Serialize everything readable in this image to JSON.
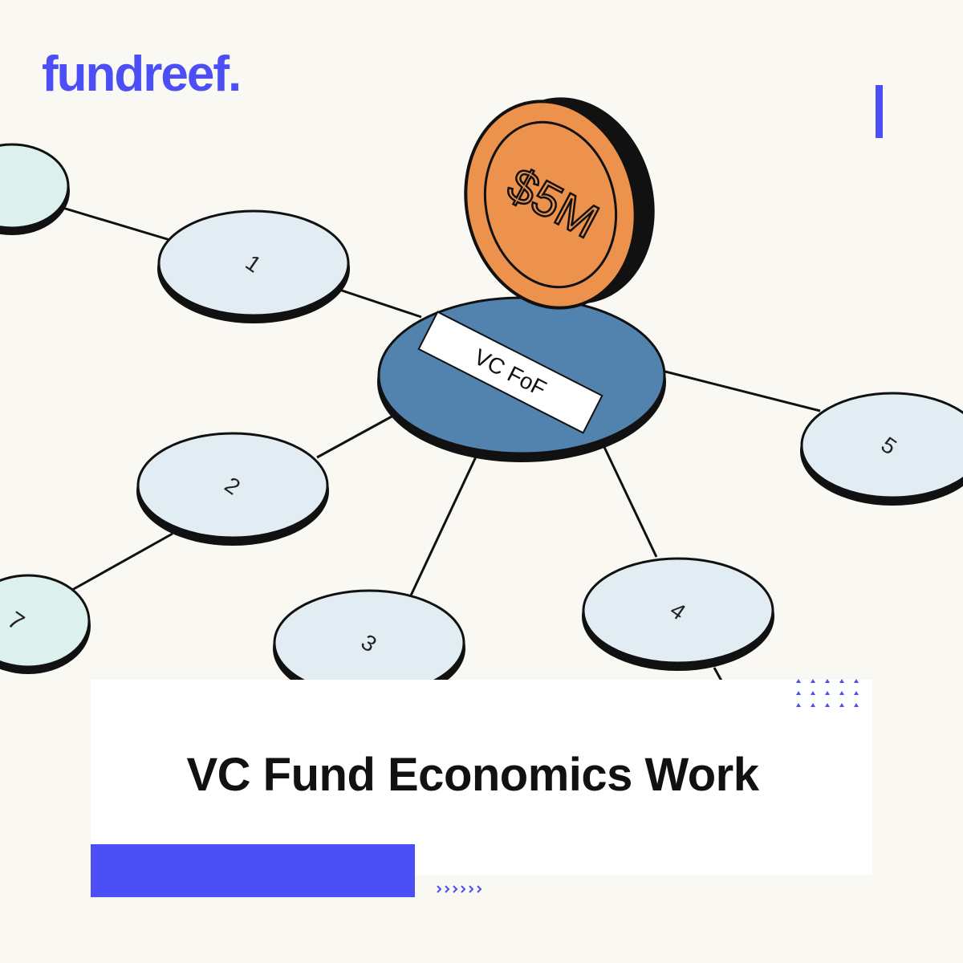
{
  "brand": {
    "logo_text": "fundreef.",
    "accent_color": "#4b4ff5"
  },
  "title": "VC Fund Economics Work",
  "illustration": {
    "hub_label": "VC FoF",
    "coin_label": "$5M",
    "node_labels": [
      "1",
      "2",
      "3",
      "4",
      "5",
      "7"
    ],
    "colors": {
      "hub": "#5183ae",
      "coin": "#ec924c",
      "node": "#e2edf3",
      "node_alt": "#dcf1ee"
    }
  },
  "icons": [
    "dot-grid-decoration",
    "chevron-arrows-decoration"
  ]
}
